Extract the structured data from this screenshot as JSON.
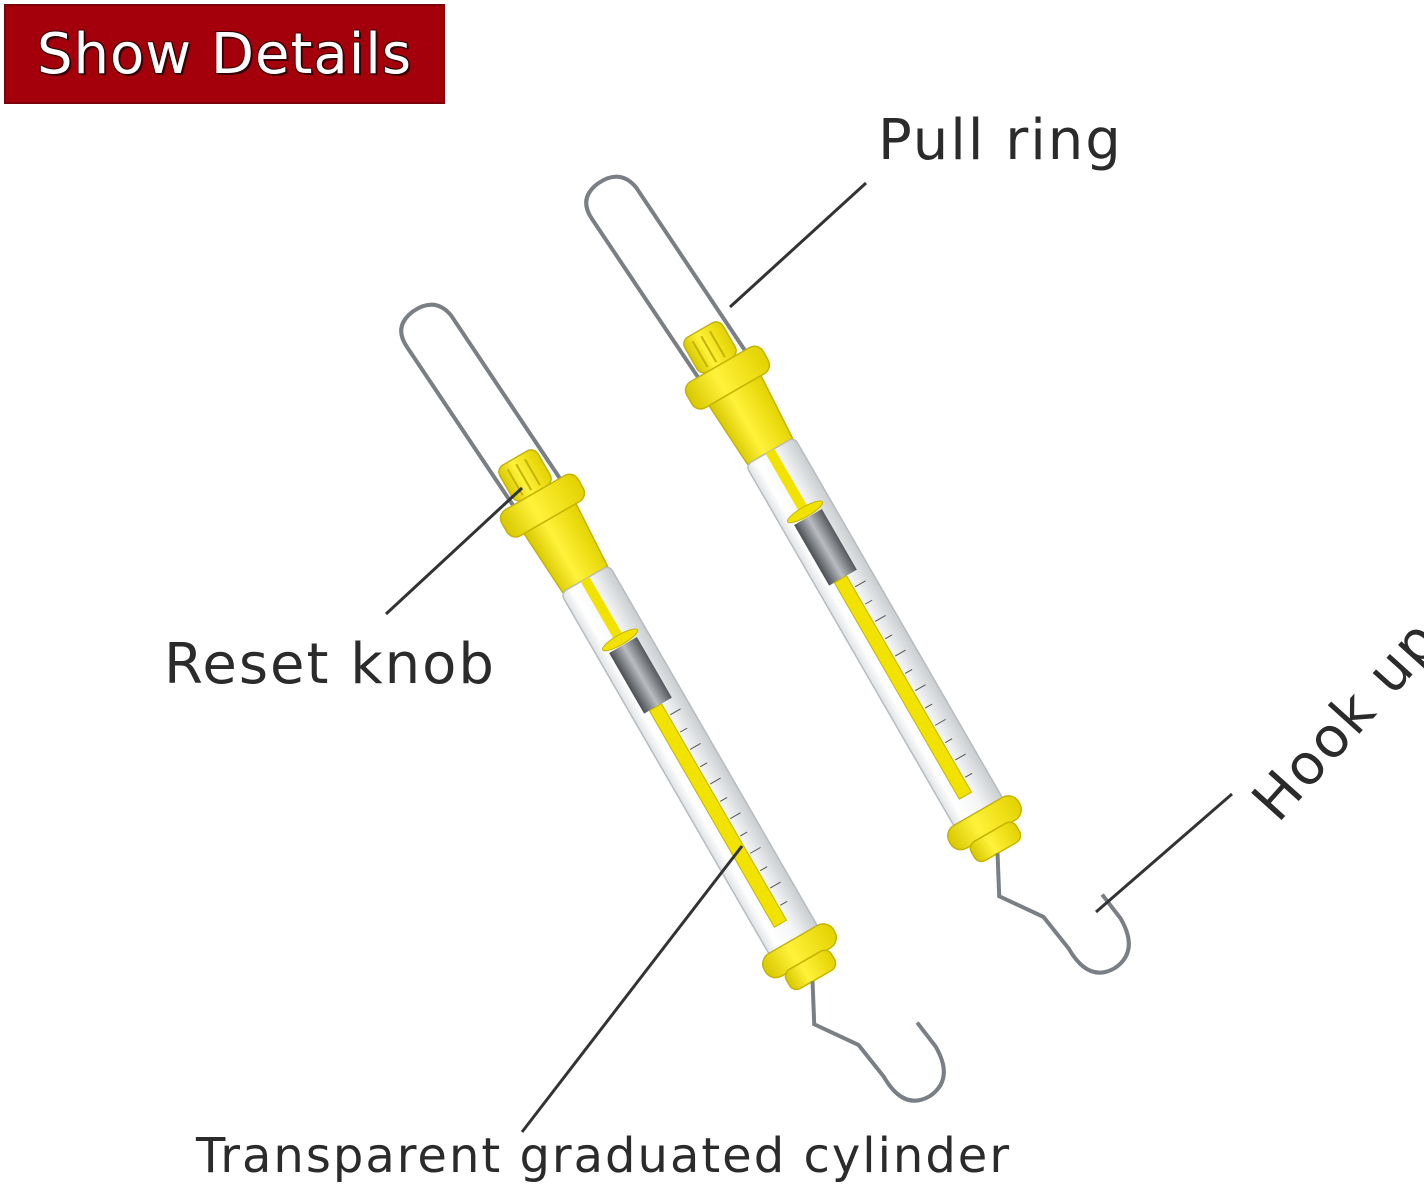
{
  "banner": {
    "text": "Show Details",
    "background": "#a3000b"
  },
  "labels": {
    "pull_ring": "Pull ring",
    "reset_knob": "Reset knob",
    "hook_up": "Hook up",
    "cylinder": "Transparent graduated cylinder"
  },
  "colors": {
    "body_yellow": "#f2e200",
    "wire": "#7a7f85",
    "leader": "#333333"
  }
}
